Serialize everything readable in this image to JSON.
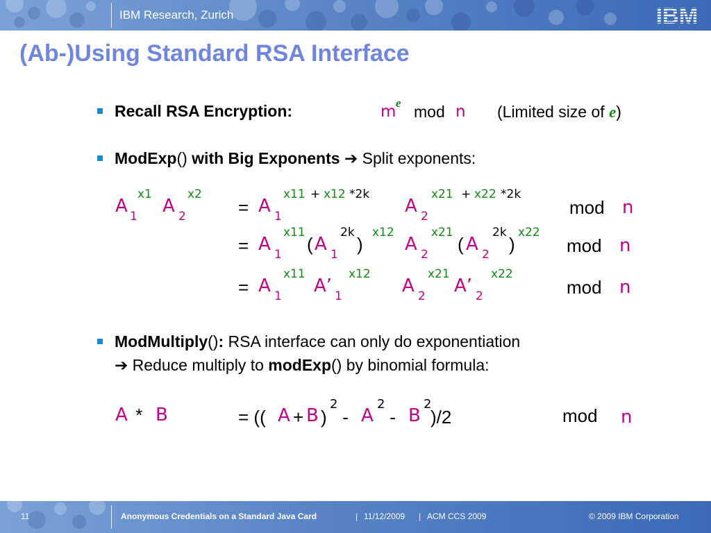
{
  "header": {
    "title": "IBM Research, Zurich",
    "logo_text": "IBM"
  },
  "slide": {
    "title": "(Ab-)Using Standard RSA Interface",
    "bullet1": {
      "label": "Recall RSA Encryption:",
      "m": "m",
      "e": "e",
      "mod": "mod",
      "n": "n",
      "note_open": "(Limited size of ",
      "note_e": "e",
      "note_close": ")"
    },
    "bullet2": {
      "label_bold": "ModExp",
      "label_paren": "()",
      "label_rest": " with Big Exponents",
      "arrow": "➔",
      "tail": " Split exponents:"
    },
    "formula": {
      "A": "A",
      "sub1": "1",
      "sub2": "2",
      "x1": "x1",
      "x2": "x2",
      "eq": "=",
      "x11": "x11",
      "x12": "x12",
      "x21": "x21",
      "x22": "x22",
      "plus": "+",
      "times2k": "*2k",
      "two_k": "2k",
      "lparen": "(",
      "rparen": ")",
      "Aprime": "A’",
      "mod": "mod",
      "n": "n"
    },
    "bullet3": {
      "label_bold": "ModMultiply",
      "label_paren": "()",
      "colon": ":",
      "rest": " RSA interface can only do exponentiation",
      "arrow": "➔",
      "line2_a": " Reduce multiply to ",
      "line2_bold": "modExp",
      "line2_b": "() by binomial formula:"
    },
    "binomial": {
      "A": "A",
      "star": " * ",
      "B": "B",
      "eq_open": "= ((",
      "plus": "+",
      "close1": ")",
      "sq": "2",
      "minus": " - ",
      "end": ")/2",
      "mod": "mod",
      "n": "n"
    }
  },
  "footer": {
    "page": "11",
    "title": "Anonymous Credentials on a Standard Java Card",
    "sep": "|",
    "date": "11/12/2009",
    "venue": "ACM CCS 2009",
    "copyright": "© 2009 IBM Corporation"
  },
  "colors": {
    "title": "#6f86dc",
    "variable": "#c0008a",
    "exponent": "#128a12",
    "bullet": "#1a8ad4",
    "band": "#5b86c8"
  }
}
